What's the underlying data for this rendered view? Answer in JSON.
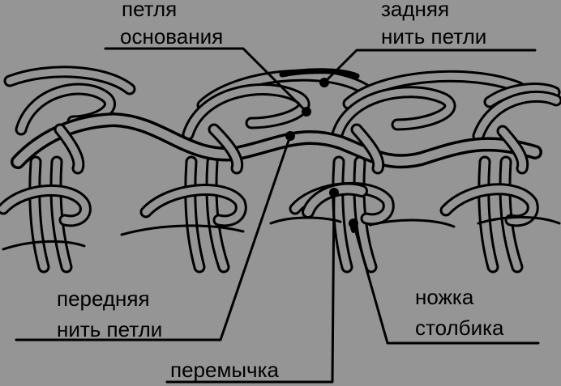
{
  "labels": {
    "base_loop_1": "петля",
    "base_loop_2": "основания",
    "back_thread_1": "задняя",
    "back_thread_2": "нить петли",
    "front_thread_1": "передняя",
    "front_thread_2": "нить петли",
    "bridge": "перемычка",
    "post_leg_1": "ножка",
    "post_leg_2": "столбика"
  },
  "colors": {
    "background": "#959595",
    "strand_fill": "#959595",
    "strand_outline": "#000000",
    "text": "#000000"
  }
}
